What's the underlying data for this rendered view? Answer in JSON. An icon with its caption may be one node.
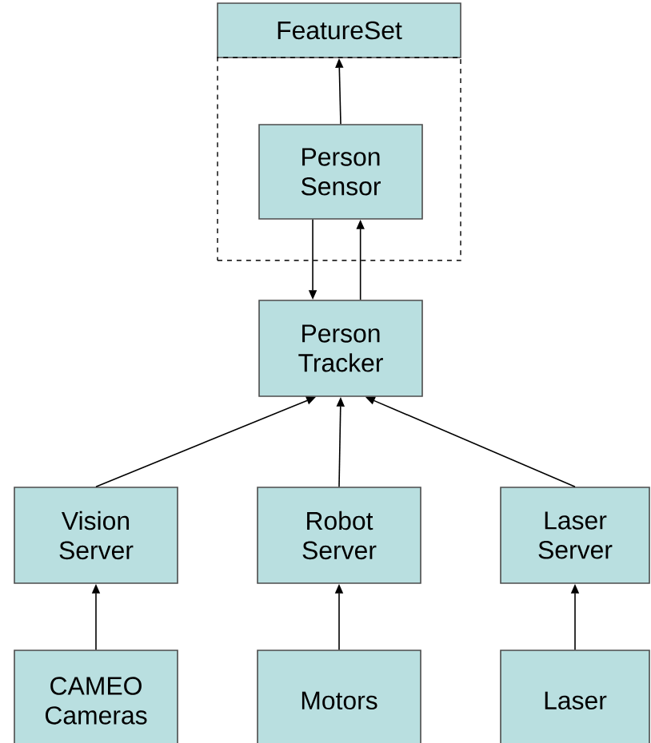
{
  "diagram": {
    "nodes": [
      {
        "text": [
          "FeatureSet"
        ]
      },
      {
        "text": [],
        "shape": "box"
      },
      {
        "text": [
          "Person Sensor"
        ],
        "in": 1
      },
      {
        "text": [
          "Person Tracker"
        ]
      },
      {
        "text": [
          "Vision Server"
        ]
      },
      {
        "text": [
          "Robot Server"
        ]
      },
      {
        "text": [
          "Laser Server"
        ]
      },
      {
        "text": [
          "CAMEO Cameras"
        ]
      },
      {
        "text": [
          "Motors"
        ]
      },
      {
        "text": [
          "Laser"
        ]
      }
    ],
    "edges": [
      {
        "from": 2,
        "to": 0,
        "arrow": "to"
      },
      {
        "from": 2,
        "to": 3,
        "arrow": "to"
      },
      {
        "from": 3,
        "to": 2,
        "arrow": "to"
      },
      {
        "from": 4,
        "to": 3,
        "arrow": "to"
      },
      {
        "from": 5,
        "to": 3,
        "arrow": "to"
      },
      {
        "from": 6,
        "to": 3,
        "arrow": "to"
      },
      {
        "from": 7,
        "to": 4,
        "arrow": "to"
      },
      {
        "from": 8,
        "to": 5,
        "arrow": "to"
      },
      {
        "from": 9,
        "to": 6,
        "arrow": "to"
      }
    ]
  }
}
